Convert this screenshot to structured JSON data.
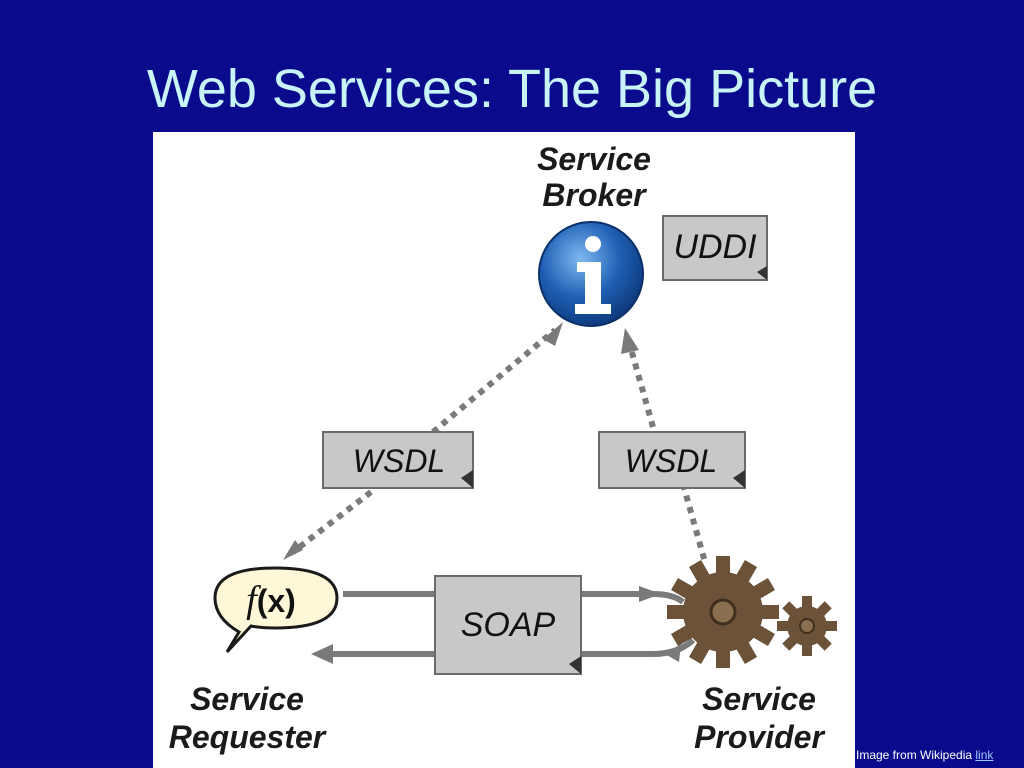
{
  "title": "Web Services: The Big Picture",
  "diagram": {
    "broker": {
      "line1": "Service",
      "line2": "Broker",
      "icon": "info-icon",
      "registry": "UDDI"
    },
    "requester": {
      "line1": "Service",
      "line2": "Requester",
      "icon": "function-bubble-icon",
      "symbol_f": "f",
      "symbol_args": "(x)"
    },
    "provider": {
      "line1": "Service",
      "line2": "Provider",
      "icon": "gears-icon"
    },
    "links": {
      "requester_broker": "WSDL",
      "provider_broker": "WSDL",
      "messaging": "SOAP"
    }
  },
  "caption": {
    "text": "Image from Wikipedia ",
    "link": "link"
  },
  "colors": {
    "background": "#0a0a8c",
    "title": "#c8f4f8",
    "arrow": "#7a7a7a",
    "doc_fill": "#c8c8c8",
    "gear": "#6b5238",
    "info_blue": "#1e5fb4"
  }
}
